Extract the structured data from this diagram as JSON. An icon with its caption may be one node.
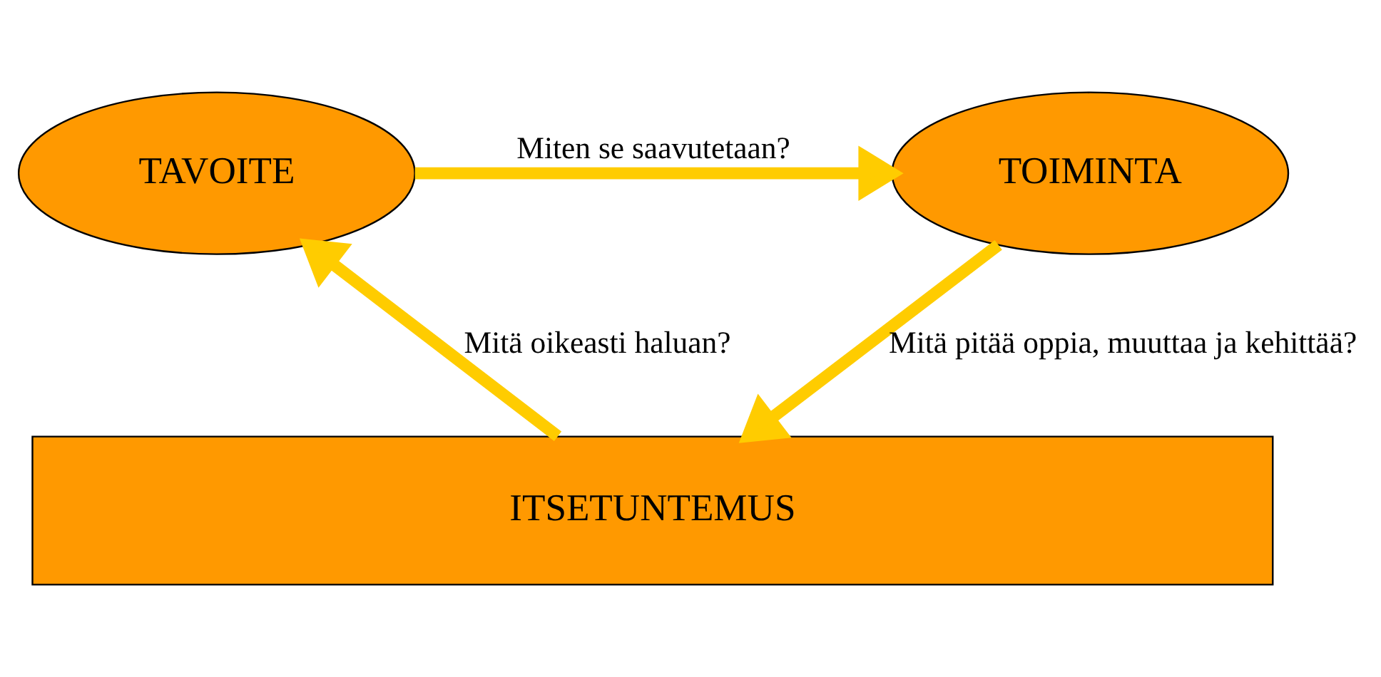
{
  "diagram": {
    "nodes": [
      {
        "text": [
          "TAVOITE"
        ]
      },
      {
        "text": [
          "TOIMINTA"
        ]
      },
      {
        "text": [
          "ITSETUNTEMUS"
        ]
      }
    ],
    "edges": [
      {
        "from": 0,
        "to": 1,
        "arrow": "to",
        "label": "Miten se saavutetaan?"
      },
      {
        "from": 1,
        "to": 2,
        "arrow": "to",
        "label": "Mitä pitää oppia, muuttaa ja kehittää?"
      },
      {
        "from": 2,
        "to": 0,
        "arrow": "to",
        "label": "Mitä oikeasti haluan?"
      }
    ]
  }
}
